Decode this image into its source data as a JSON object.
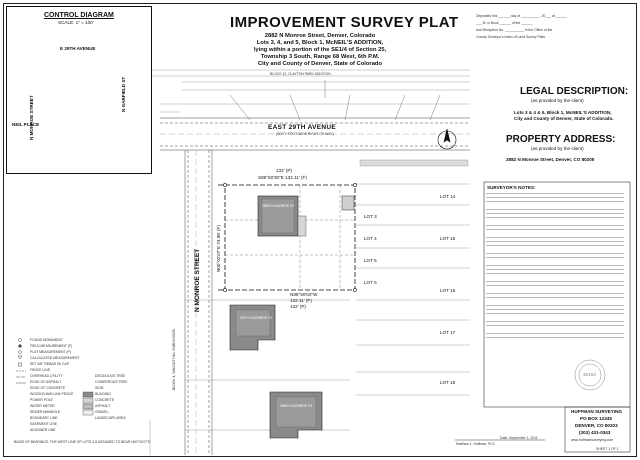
{
  "page": {
    "title": "IMPROVEMENT SURVEY PLAT",
    "subtitle_lines": [
      "2882 N Monroe Street, Denver, Colorado",
      "Lots 3, 4, and 5, Block 1, McNEIL'S ADDITION,",
      "lying within a portion of the SE1/4 of Section 25,",
      "Township 3 South, Range 68 West, 6th P.M.",
      "City and County of Denver, State of Colorado"
    ]
  },
  "recording": {
    "line1": "Deposited this ______ day of __________, 20___ at ______",
    "line2": "___ M. in Book ______ of the ______",
    "line3": "and Reception No. __________ in the Office of the",
    "line4": "County Surveyor's Index of Land Survey Plats"
  },
  "control_diagram": {
    "title": "CONTROL DIAGRAM",
    "scale": "SCALE: 1\" = 100'",
    "street_top": "E 29TH AVENUE",
    "street_bottom": "NEIL PLACE",
    "street_left": "N MONROE STREET",
    "street_right": "N GARFIELD ST"
  },
  "legal": {
    "heading": "LEGAL DESCRIPTION:",
    "note": "(as provided by the client)",
    "text_lines": [
      "Lots 3 & 4 & 5, Block 1, McNEIL'S ADDITION,",
      "City and County of Denver, State of Colorado."
    ]
  },
  "property": {
    "heading": "PROPERTY ADDRESS:",
    "note": "(as provided by the client)",
    "address": "2882 N Monroe Street, Denver, CO 80205"
  },
  "plat": {
    "top_block_label": "BLOCK 12, CLAYTON PARK ADDITION",
    "street_top": "EAST 29TH AVENUE",
    "street_top_sub": "(SIXTY FOOT WIDE RIGHT-OF-WAY)",
    "street_left": "N MONROE STREET",
    "block_left": "BLOCK 4, WALNUT HILL SUBDIVISION",
    "bearing_top": "S89°50'30\"E 132.11' (F)",
    "dist_top": "132' (P)",
    "bearing_bottom": "N89°50'04\"W",
    "dist_bottom": "132.11' (F)",
    "dist_bottom_p": "132' (P)",
    "bearing_left": "N00°02'07\"E  74.98' (F)",
    "lots": [
      "LOT 3",
      "LOT 4",
      "LOT 5",
      "LOT 6",
      "LOT 14",
      "LOT 15",
      "LOT 16",
      "LOT 17",
      "LOT 18"
    ],
    "building_label": "2882 N MONROE ST",
    "neighbor1": "2872 N MONROE ST",
    "neighbor2": "2866 N MONROE ST"
  },
  "legend": {
    "items": [
      "FOUND MONUMENT",
      "FIELD MEASUREMENT (F)",
      "PLAT MEASUREMENT (P)",
      "CALCULATED MEASUREMENT",
      "SET 5/8\" REBAR W/ CAP",
      "FENCE LINE",
      "OVERHEAD UTILITY",
      "EDGE OF ASPHALT",
      "EDGE OF CONCRETE",
      "WOOD/CHAIN LINK FENCE",
      "POWER POLE",
      "WATER METER",
      "DECIDUOUS TREE",
      "CONIFEROUS TREE",
      "SIGN",
      "SEWER MANHOLE",
      "BOUNDARY LINE",
      "EASEMENT LINE",
      "ADJOINER LINE",
      "BUILDING",
      "CONCRETE",
      "ASPHALT",
      "GRAVEL",
      "LANDSCAPE AREA"
    ],
    "footer": "BASIS OF BEARINGS: THE WEST LINE OF LOTS 3-5 ASSUMED TO BEAR N00°02'07\"E"
  },
  "notes": {
    "heading": "SURVEYOR'S NOTES:"
  },
  "title_block": {
    "company": "HUFFMAN SURVEYING",
    "po": "PO BOX 12345",
    "city": "DENVER, CO 80203",
    "phone": "(303) 431-0343",
    "web": "www.huffmansurveying.com",
    "seal": "38163",
    "sheet": "SHEET 1 OF 1",
    "date_label": "Date: September 1, 2011",
    "signature_label": "Matthew L. Huffman, PLS"
  },
  "colors": {
    "line": "#333333",
    "gray_fill": "#8a8a8a",
    "light_fill": "#d6d6d6"
  }
}
